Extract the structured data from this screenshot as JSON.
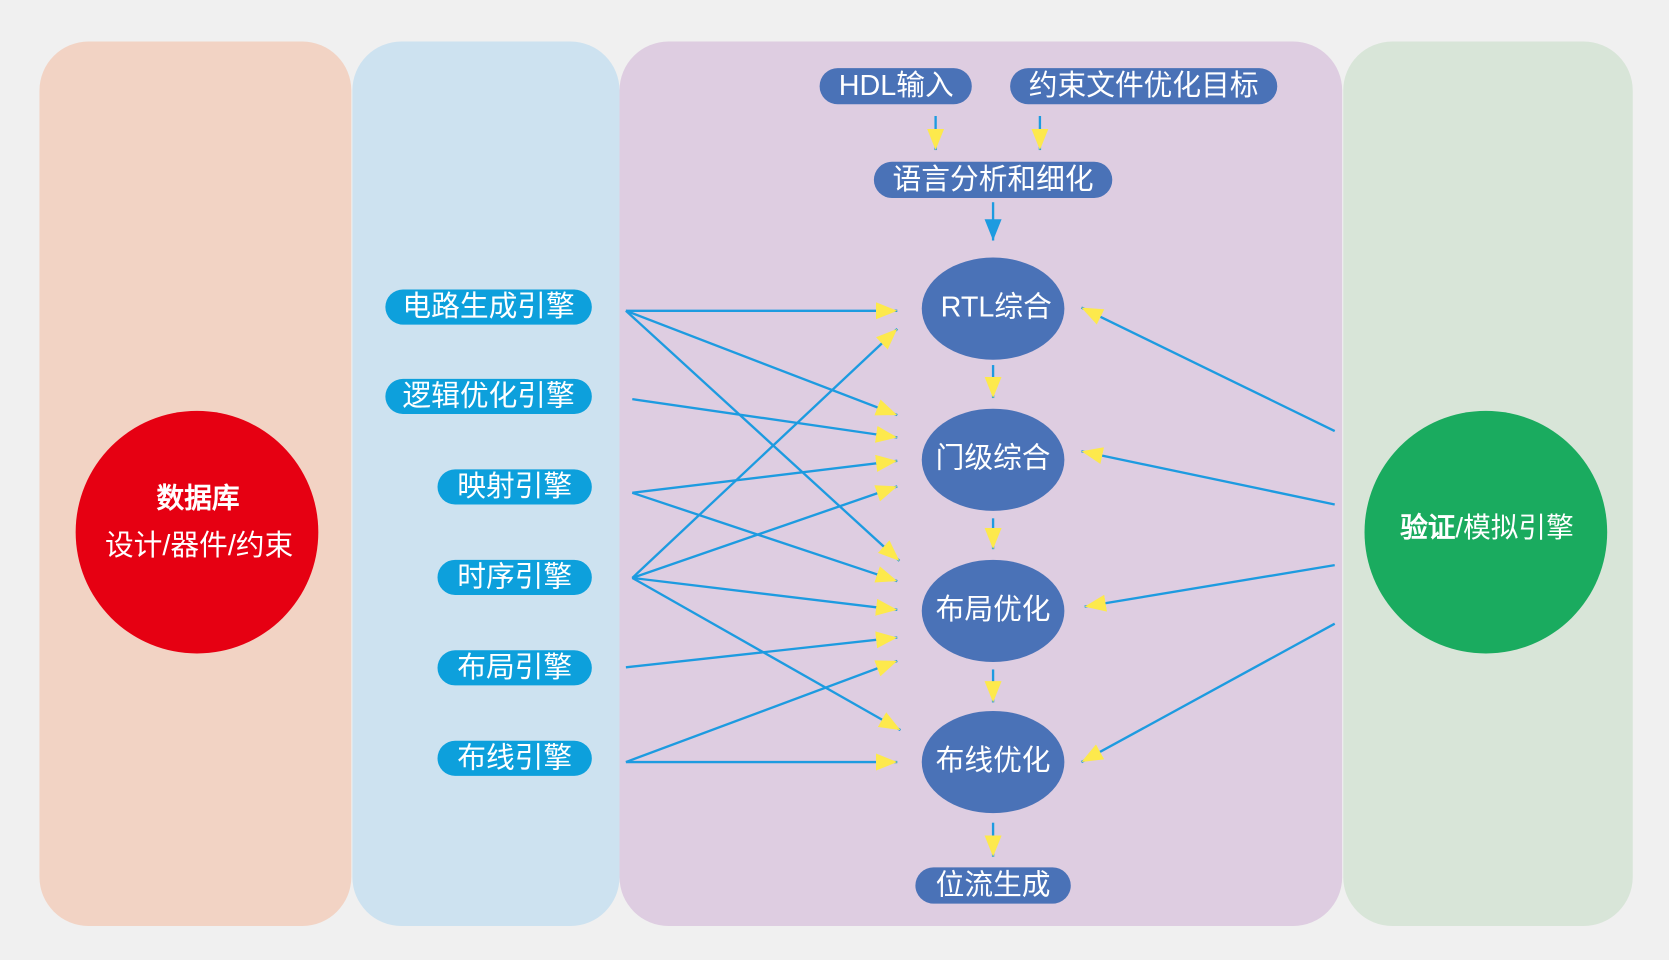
{
  "database": {
    "title": "数据库",
    "subtitle": "设计/器件/约束"
  },
  "engines": [
    "电路生成引擎",
    "逻辑优化引擎",
    "映射引擎",
    "时序引擎",
    "布局引擎",
    "布线引擎"
  ],
  "inputs": {
    "hdl": "HDL输入",
    "constraints": "约束文件优化目标"
  },
  "flow": {
    "elaboration": "语言分析和细化",
    "rtl_synthesis": "RTL综合",
    "gate_synthesis": "门级综合",
    "placement": "布局优化",
    "routing": "布线优化",
    "bitstream": "位流生成"
  },
  "verification": {
    "emphasis": "验证",
    "rest": "/模拟引擎"
  },
  "colors": {
    "background": "#f0f0f0",
    "panel_database": "#f2d3c4",
    "panel_engines": "#cde2f0",
    "panel_flow": "#decde1",
    "panel_verification": "#d8e5d8",
    "database": "#e60012",
    "verification": "#1aab5f",
    "engine": "#0da0dc",
    "flow": "#4a72b7",
    "arrow": "#1d9be0",
    "arrow_head": "#fde94c"
  }
}
